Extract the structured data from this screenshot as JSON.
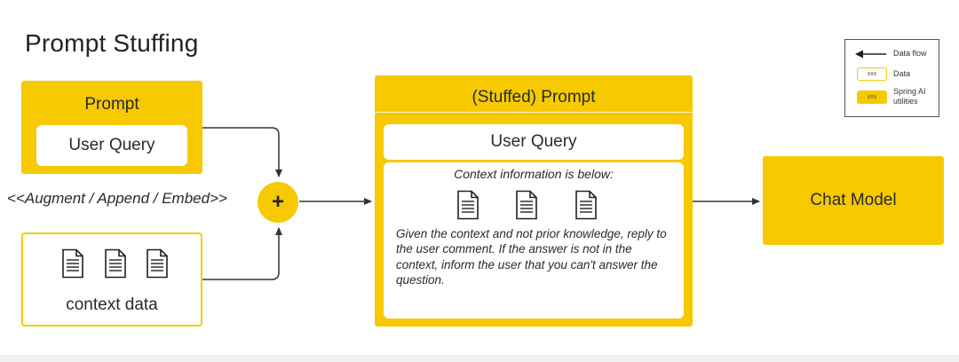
{
  "title": "Prompt Stuffing",
  "prompt_box": {
    "heading": "Prompt",
    "user_query": "User Query"
  },
  "augment_label": "<<Augment / Append / Embed>>",
  "plus_symbol": "+",
  "context_box": {
    "label": "context data",
    "documents": 3
  },
  "stuffed_prompt": {
    "heading": "(Stuffed) Prompt",
    "user_query": "User Query",
    "context_intro": "Context information is below:",
    "documents": 3,
    "instructions": "Given the context and not prior knowledge, reply to the user comment. If the answer is not in the context, inform the user that you can't answer the question."
  },
  "chat_model": {
    "label": "Chat Model"
  },
  "legend": {
    "data_flow": "Data flow",
    "data": "Data",
    "utilities": "Spring AI utilities",
    "swatch_text": "xxx"
  },
  "colors": {
    "accent_yellow": "#f6c900",
    "arrow": "#333333",
    "text": "#2a2a2a"
  }
}
